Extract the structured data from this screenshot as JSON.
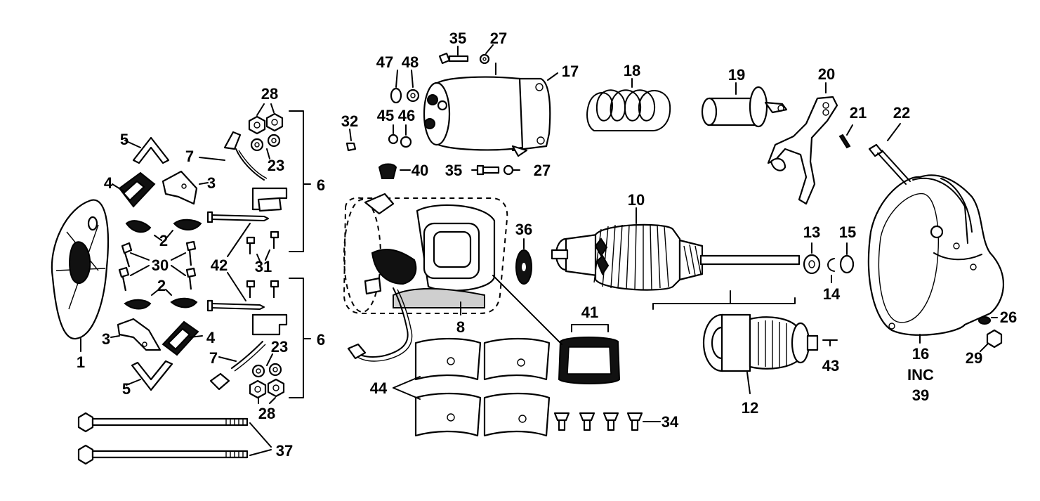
{
  "diagram": {
    "callouts": {
      "c1": "1",
      "c2a": "2",
      "c2b": "2",
      "c3a": "3",
      "c3b": "3",
      "c4a": "4",
      "c4b": "4",
      "c5a": "5",
      "c5b": "5",
      "c6a": "6",
      "c6b": "6",
      "c7a": "7",
      "c7b": "7",
      "c8": "8",
      "c10": "10",
      "c12": "12",
      "c13": "13",
      "c14": "14",
      "c15": "15",
      "c16": "16",
      "c16inc": "INC",
      "c16_39": "39",
      "c17": "17",
      "c18": "18",
      "c19": "19",
      "c20": "20",
      "c21": "21",
      "c22": "22",
      "c23a": "23",
      "c23b": "23",
      "c26": "26",
      "c27a": "27",
      "c27b": "27",
      "c28a": "28",
      "c28b": "28",
      "c29": "29",
      "c30": "30",
      "c31": "31",
      "c32": "32",
      "c34": "34",
      "c35a": "35",
      "c35b": "35",
      "c36": "36",
      "c37": "37",
      "c40": "40",
      "c41": "41",
      "c42": "42",
      "c43": "43",
      "c44": "44",
      "c45": "45",
      "c46": "46",
      "c47": "47",
      "c48": "48"
    }
  }
}
